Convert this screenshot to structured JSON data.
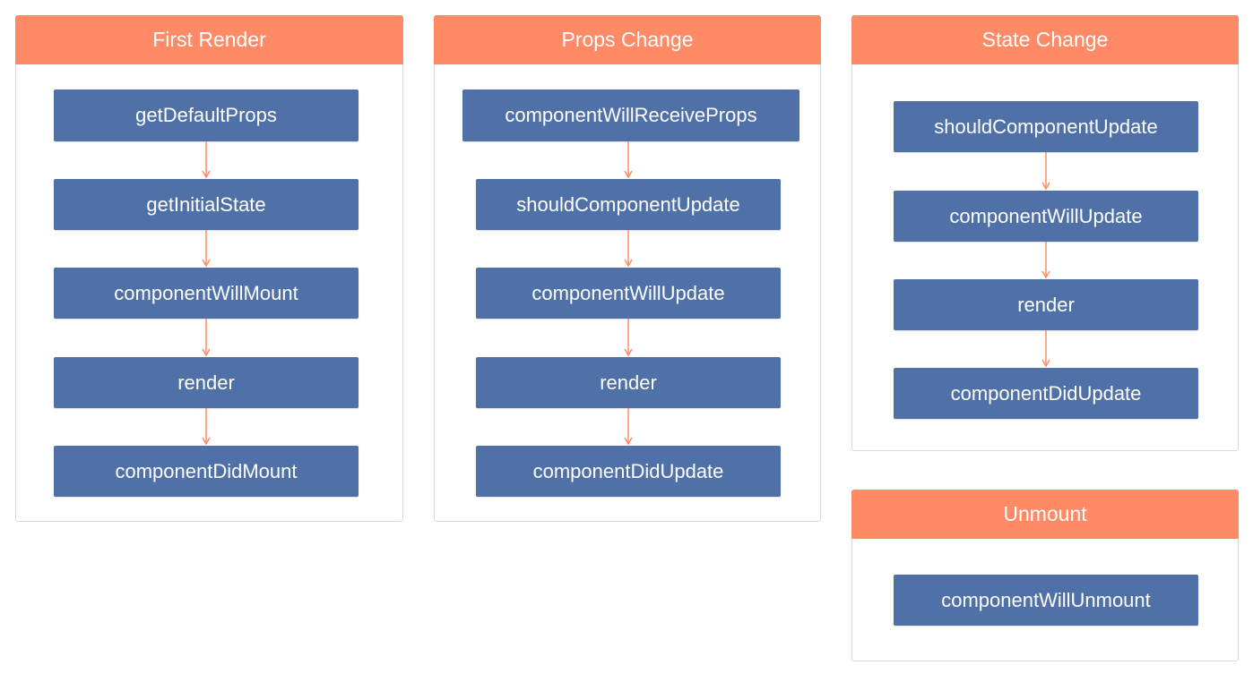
{
  "accent_color": "#ff8a65",
  "node_color": "#4f71a8",
  "arrow_color": "#ff8a65",
  "panels": [
    {
      "title": "First Render",
      "steps": [
        "getDefaultProps",
        "getInitialState",
        "componentWillMount",
        "render",
        "componentDidMount"
      ]
    },
    {
      "title": "Props Change",
      "steps": [
        "componentWillReceiveProps",
        "shouldComponentUpdate",
        "componentWillUpdate",
        "render",
        "componentDidUpdate"
      ]
    },
    {
      "title": "State Change",
      "steps": [
        "shouldComponentUpdate",
        "componentWillUpdate",
        "render",
        "componentDidUpdate"
      ]
    },
    {
      "title": "Unmount",
      "steps": [
        "componentWillUnmount"
      ]
    }
  ]
}
